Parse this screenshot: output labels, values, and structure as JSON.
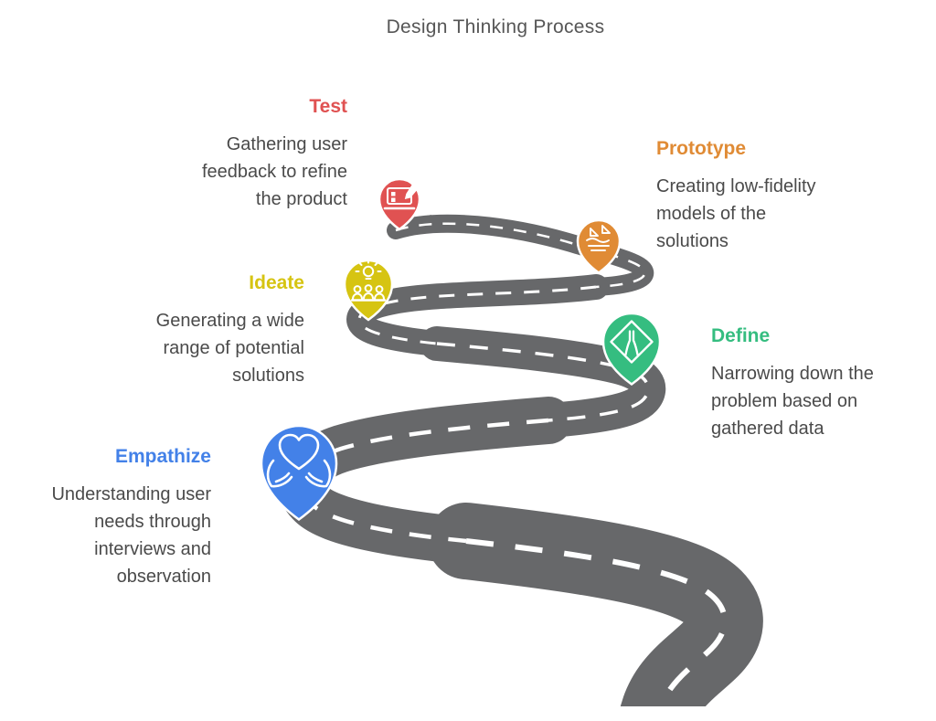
{
  "title": "Design Thinking Process",
  "colors": {
    "road": "#67686a",
    "dash": "#ffffff",
    "text": "#4a4a4a",
    "title": "#565656"
  },
  "stages": [
    {
      "label": "Empathize",
      "color": "#4381e8",
      "icon": "hands-heart-icon",
      "description_lines": [
        "Understanding user",
        "needs through",
        "interviews and",
        "observation"
      ]
    },
    {
      "label": "Define",
      "color": "#35bd80",
      "icon": "merge-sign-icon",
      "description_lines": [
        "Narrowing down the",
        "problem based on",
        "gathered data"
      ]
    },
    {
      "label": "Ideate",
      "color": "#d6c412",
      "icon": "idea-team-icon",
      "description_lines": [
        "Generating a wide",
        "range of potential",
        "solutions"
      ]
    },
    {
      "label": "Prototype",
      "color": "#e08b35",
      "icon": "prototype-hand-icon",
      "description_lines": [
        "Creating low-fidelity",
        "models of the",
        "solutions"
      ]
    },
    {
      "label": "Test",
      "color": "#e05252",
      "icon": "screen-pencil-icon",
      "description_lines": [
        "Gathering user",
        "feedback to refine",
        "the product"
      ]
    }
  ]
}
